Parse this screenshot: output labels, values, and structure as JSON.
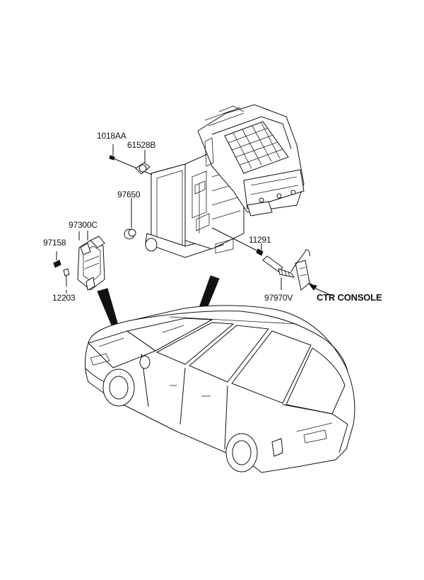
{
  "labels": {
    "p1018AA": "1018AA",
    "p61528B": "61528B",
    "p97650": "97650",
    "p97300C": "97300C",
    "p97158": "97158",
    "p12203": "12203",
    "p11291": "11291",
    "p97970V": "97970V",
    "ctr_console": "CTR CONSOLE"
  }
}
